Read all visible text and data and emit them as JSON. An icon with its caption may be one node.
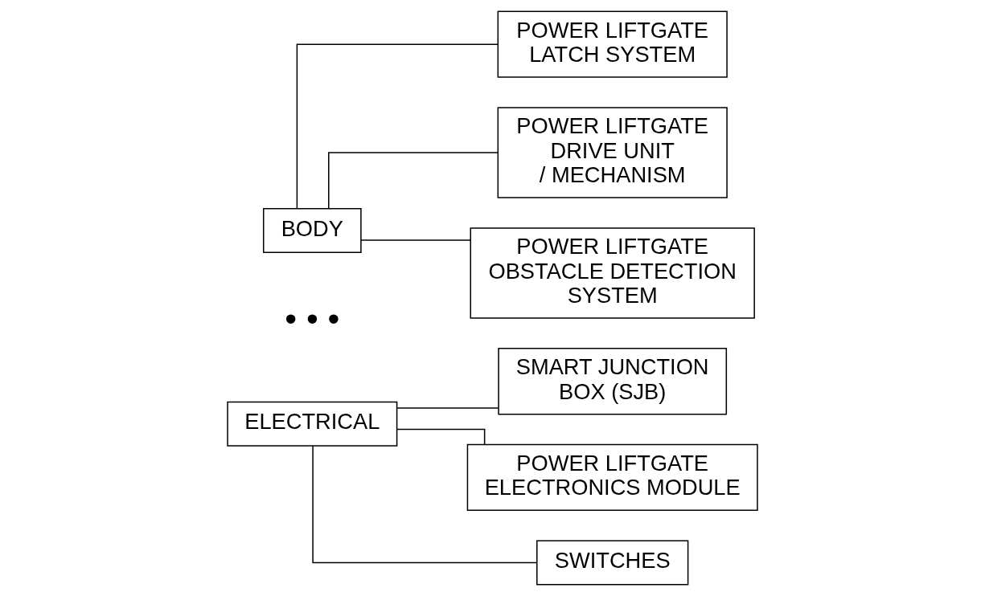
{
  "diagram": {
    "nodes": [
      {
        "text": [
          "BODY"
        ]
      },
      {
        "text": [
          "ELECTRICAL"
        ]
      },
      {
        "text": [
          "POWER LIFTGATE LATCH SYSTEM"
        ]
      },
      {
        "text": [
          "POWER LIFTGATE DRIVE UNIT / MECHANISM"
        ]
      },
      {
        "text": [
          "POWER LIFTGATE OBSTACLE DETECTION SYSTEM"
        ]
      },
      {
        "text": [
          "SMART JUNCTION BOX (SJB)"
        ]
      },
      {
        "text": [
          "POWER LIFTGATE ELECTRONICS MODULE"
        ]
      },
      {
        "text": [
          "SWITCHES"
        ]
      }
    ],
    "edges": [
      {
        "from": 0,
        "to": 2,
        "arrow": "none"
      },
      {
        "from": 0,
        "to": 3,
        "arrow": "none"
      },
      {
        "from": 0,
        "to": 4,
        "arrow": "none"
      },
      {
        "from": 1,
        "to": 5,
        "arrow": "none"
      },
      {
        "from": 1,
        "to": 6,
        "arrow": "none"
      },
      {
        "from": 1,
        "to": 7,
        "arrow": "none"
      }
    ],
    "labels": [
      "• • •"
    ]
  }
}
